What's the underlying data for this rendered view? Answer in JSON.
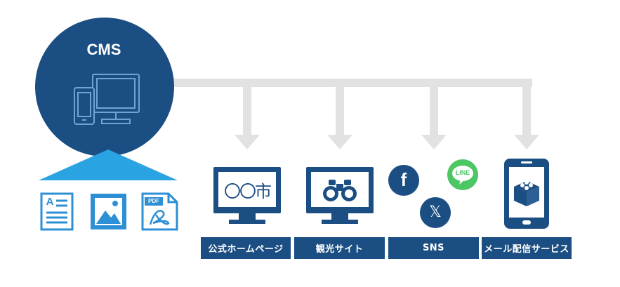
{
  "cms": {
    "title": "CMS"
  },
  "monitor1": {
    "text": "〇〇市"
  },
  "outputs": [
    {
      "label": "公式ホームページ"
    },
    {
      "label": "観光サイト"
    },
    {
      "label": "SNS"
    },
    {
      "label": "メール配信サービス"
    }
  ],
  "sns": {
    "facebook_glyph": "f",
    "line_text": "LINE",
    "x_glyph": "𝕏"
  },
  "doc_icons": {
    "text_doc_letter": "A",
    "pdf_badge": "PDF"
  },
  "colors": {
    "navy": "#1b4e82",
    "blue": "#2d8fd4",
    "light_blue": "#2aa3e3",
    "arrow_gray": "#e0e0e0",
    "line_green": "#4cc764"
  }
}
